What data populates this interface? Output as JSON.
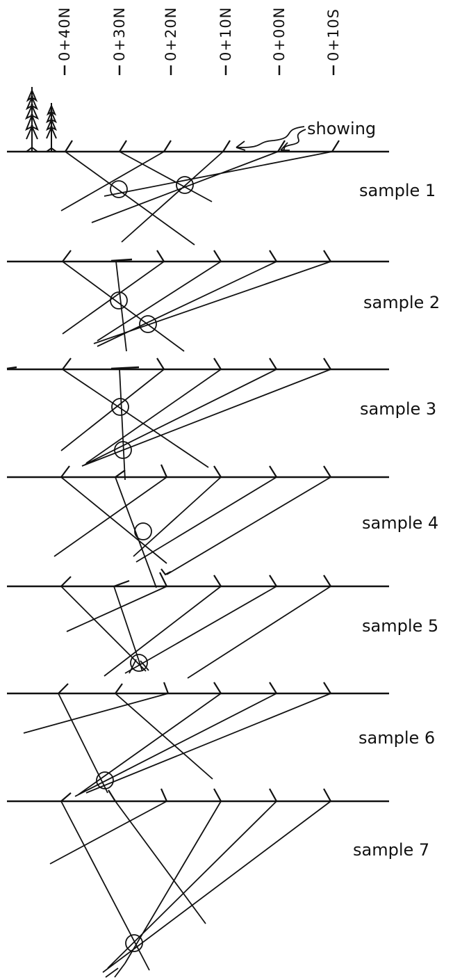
{
  "stations": [
    "0+40N",
    "0+30N",
    "0+20N",
    "0+10N",
    "0+00N",
    "0+10S"
  ],
  "annotation": "showing",
  "samples": [
    {
      "label": "sample 1"
    },
    {
      "label": "sample 2"
    },
    {
      "label": "sample 3"
    },
    {
      "label": "sample 4"
    },
    {
      "label": "sample 5"
    },
    {
      "label": "sample 6"
    },
    {
      "label": "sample 7"
    }
  ]
}
